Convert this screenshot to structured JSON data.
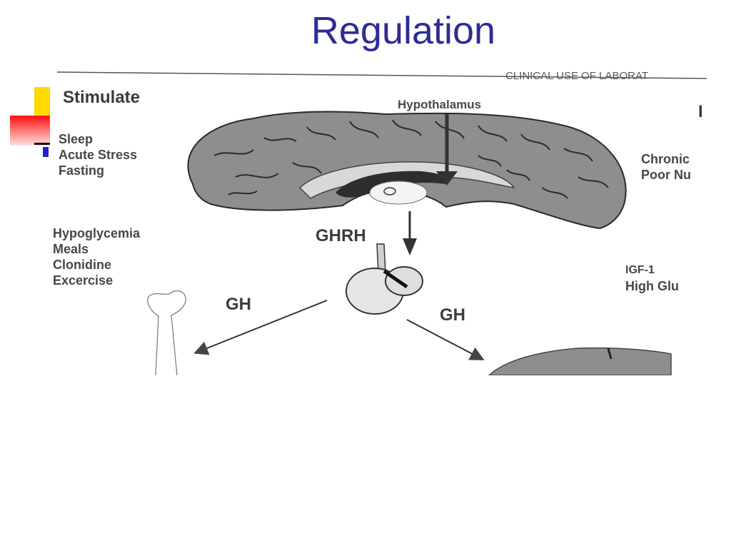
{
  "slide": {
    "title": "Regulation"
  },
  "figure": {
    "header_text": "CLINICAL USE OF LABORAT",
    "stimulate_heading": "Stimulate",
    "stimulate_list_1": [
      "Sleep",
      "Acute Stress",
      "Fasting"
    ],
    "stimulate_list_2": [
      "Hypoglycemia",
      "Meals",
      "Clonidine",
      "Excercise"
    ],
    "right_list_1": [
      "Chronic",
      "Poor Nu"
    ],
    "right_list_2": [
      "IGF-1",
      "High Glu"
    ],
    "right_heading_partial": "I",
    "hypothalamus_label": "Hypothalamus",
    "ghrh_label": "GHRH",
    "gh_left_label": "GH",
    "gh_right_label": "GH"
  },
  "colors": {
    "title": "#2c2d93",
    "accent_yellow": "#ffd800",
    "accent_red": "#ff2020",
    "accent_blue": "#2222cc",
    "brain_fill": "#8e8e8e"
  }
}
